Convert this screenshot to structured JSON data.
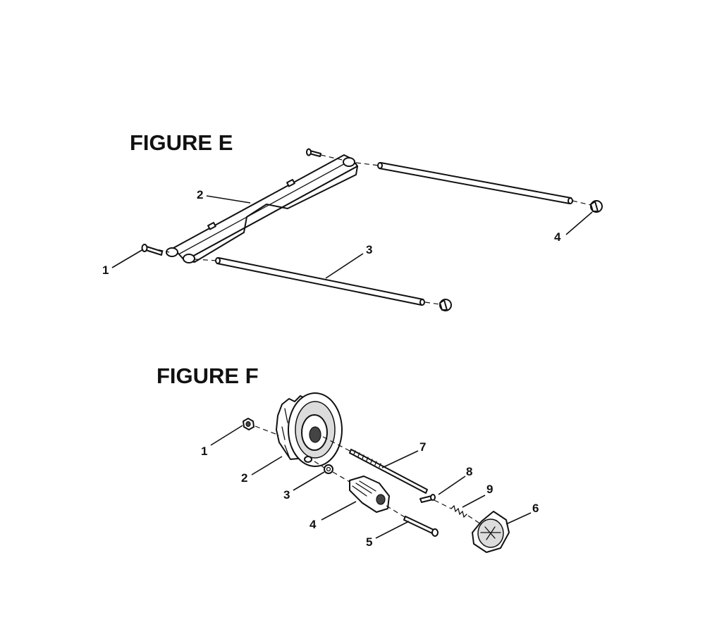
{
  "figures": [
    {
      "title": "FIGURE E",
      "callouts": [
        "1",
        "2",
        "3",
        "4"
      ]
    },
    {
      "title": "FIGURE F",
      "callouts": [
        "1",
        "2",
        "3",
        "4",
        "5",
        "6",
        "7",
        "8",
        "9"
      ]
    }
  ]
}
